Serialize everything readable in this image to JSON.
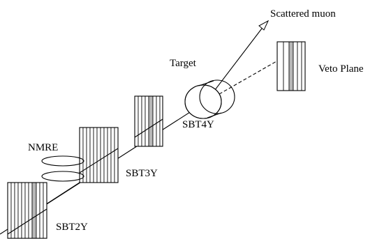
{
  "labels": {
    "scattered_muon": "Scattered muon",
    "target": "Target",
    "veto_plane": "Veto Plane",
    "nmre": "NMRE",
    "sbt4y": "SBT4Y",
    "sbt3y": "SBT3Y",
    "sbt2y": "SBT2Y"
  }
}
